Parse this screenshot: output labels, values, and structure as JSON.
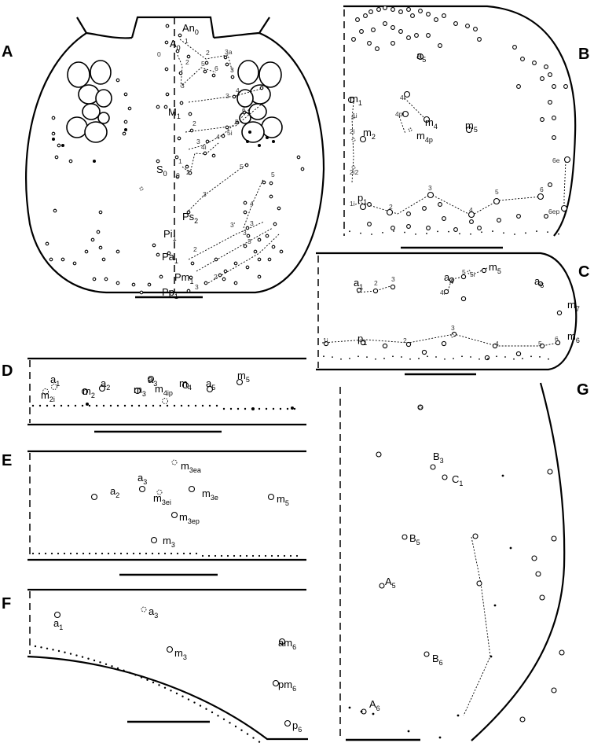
{
  "panels": [
    {
      "letter": "A",
      "labels": [
        {
          "text": "An",
          "sub": "0"
        },
        {
          "text": "A",
          "sub": "0"
        },
        {
          "text": "M",
          "sub": "1"
        },
        {
          "text": "S",
          "sub": "0"
        },
        {
          "text": "Ps",
          "sub": "2"
        },
        {
          "text": "Pi",
          "sub": "1"
        },
        {
          "text": "Pa",
          "sub": "1"
        },
        {
          "text": "Pm",
          "sub": "1"
        },
        {
          "text": "Pp",
          "sub": "1"
        }
      ],
      "numbers": [
        "1",
        "0",
        "2",
        "3a",
        "5",
        "6",
        "3",
        "2",
        "3",
        "4",
        "3",
        "2",
        "6",
        "5",
        "5i",
        "4",
        "4i",
        "3",
        "1",
        "2",
        "0",
        "5",
        "3",
        "5",
        "4",
        "3'",
        "3",
        "3",
        "2",
        "3",
        "2",
        "3"
      ]
    },
    {
      "letter": "B",
      "labels": [
        {
          "text": "a",
          "sub": "5"
        },
        {
          "text": "m",
          "sub": "1"
        },
        {
          "text": "m",
          "sub": "2"
        },
        {
          "text": "m",
          "sub": "4"
        },
        {
          "text": "m",
          "sub": "4p"
        },
        {
          "text": "m",
          "sub": "5"
        },
        {
          "text": "p",
          "sub": "1"
        }
      ],
      "numbers": [
        "1i",
        "2i",
        "2i2",
        "4i",
        "4pi",
        "1i",
        "2",
        "3",
        "4",
        "5",
        "6",
        "6e",
        "6ep"
      ]
    },
    {
      "letter": "C",
      "labels": [
        {
          "text": "a",
          "sub": "1"
        },
        {
          "text": "a",
          "sub": "4"
        },
        {
          "text": "m",
          "sub": "5"
        },
        {
          "text": "a",
          "sub": "6"
        },
        {
          "text": "m",
          "sub": "7"
        },
        {
          "text": "m",
          "sub": "6"
        },
        {
          "text": "p",
          "sub": "1"
        }
      ],
      "numbers": [
        "2",
        "3",
        "5",
        "5i",
        "4i",
        "1i",
        "2",
        "3",
        "4",
        "5",
        "6"
      ]
    },
    {
      "letter": "D",
      "labels": [
        {
          "text": "a",
          "sub": "1"
        },
        {
          "text": "a",
          "sub": "2"
        },
        {
          "text": "a",
          "sub": "3"
        },
        {
          "text": "m",
          "sub": "5"
        },
        {
          "text": "m",
          "sub": "2i"
        },
        {
          "text": "m",
          "sub": "2"
        },
        {
          "text": "m",
          "sub": "3"
        },
        {
          "text": "m",
          "sub": "4ip"
        },
        {
          "text": "m",
          "sub": "4"
        },
        {
          "text": "a",
          "sub": "5"
        }
      ],
      "numbers": []
    },
    {
      "letter": "E",
      "labels": [
        {
          "text": "m",
          "sub": "3ea"
        },
        {
          "text": "a",
          "sub": "3"
        },
        {
          "text": "a",
          "sub": "2"
        },
        {
          "text": "m",
          "sub": "3ei"
        },
        {
          "text": "m",
          "sub": "3e"
        },
        {
          "text": "m",
          "sub": "5"
        },
        {
          "text": "m",
          "sub": "3ep"
        },
        {
          "text": "m",
          "sub": "3"
        }
      ],
      "numbers": []
    },
    {
      "letter": "F",
      "labels": [
        {
          "text": "a",
          "sub": "3"
        },
        {
          "text": "a",
          "sub": "1"
        },
        {
          "text": "m",
          "sub": "3"
        },
        {
          "text": "am",
          "sub": "6"
        },
        {
          "text": "pm",
          "sub": "6"
        },
        {
          "text": "p",
          "sub": "6"
        }
      ],
      "numbers": []
    },
    {
      "letter": "G",
      "labels": [
        {
          "text": "B",
          "sub": "3"
        },
        {
          "text": "C",
          "sub": "1"
        },
        {
          "text": "B",
          "sub": "5"
        },
        {
          "text": "A",
          "sub": "5"
        },
        {
          "text": "B",
          "sub": "6"
        },
        {
          "text": "A",
          "sub": "6"
        }
      ],
      "numbers": []
    }
  ]
}
